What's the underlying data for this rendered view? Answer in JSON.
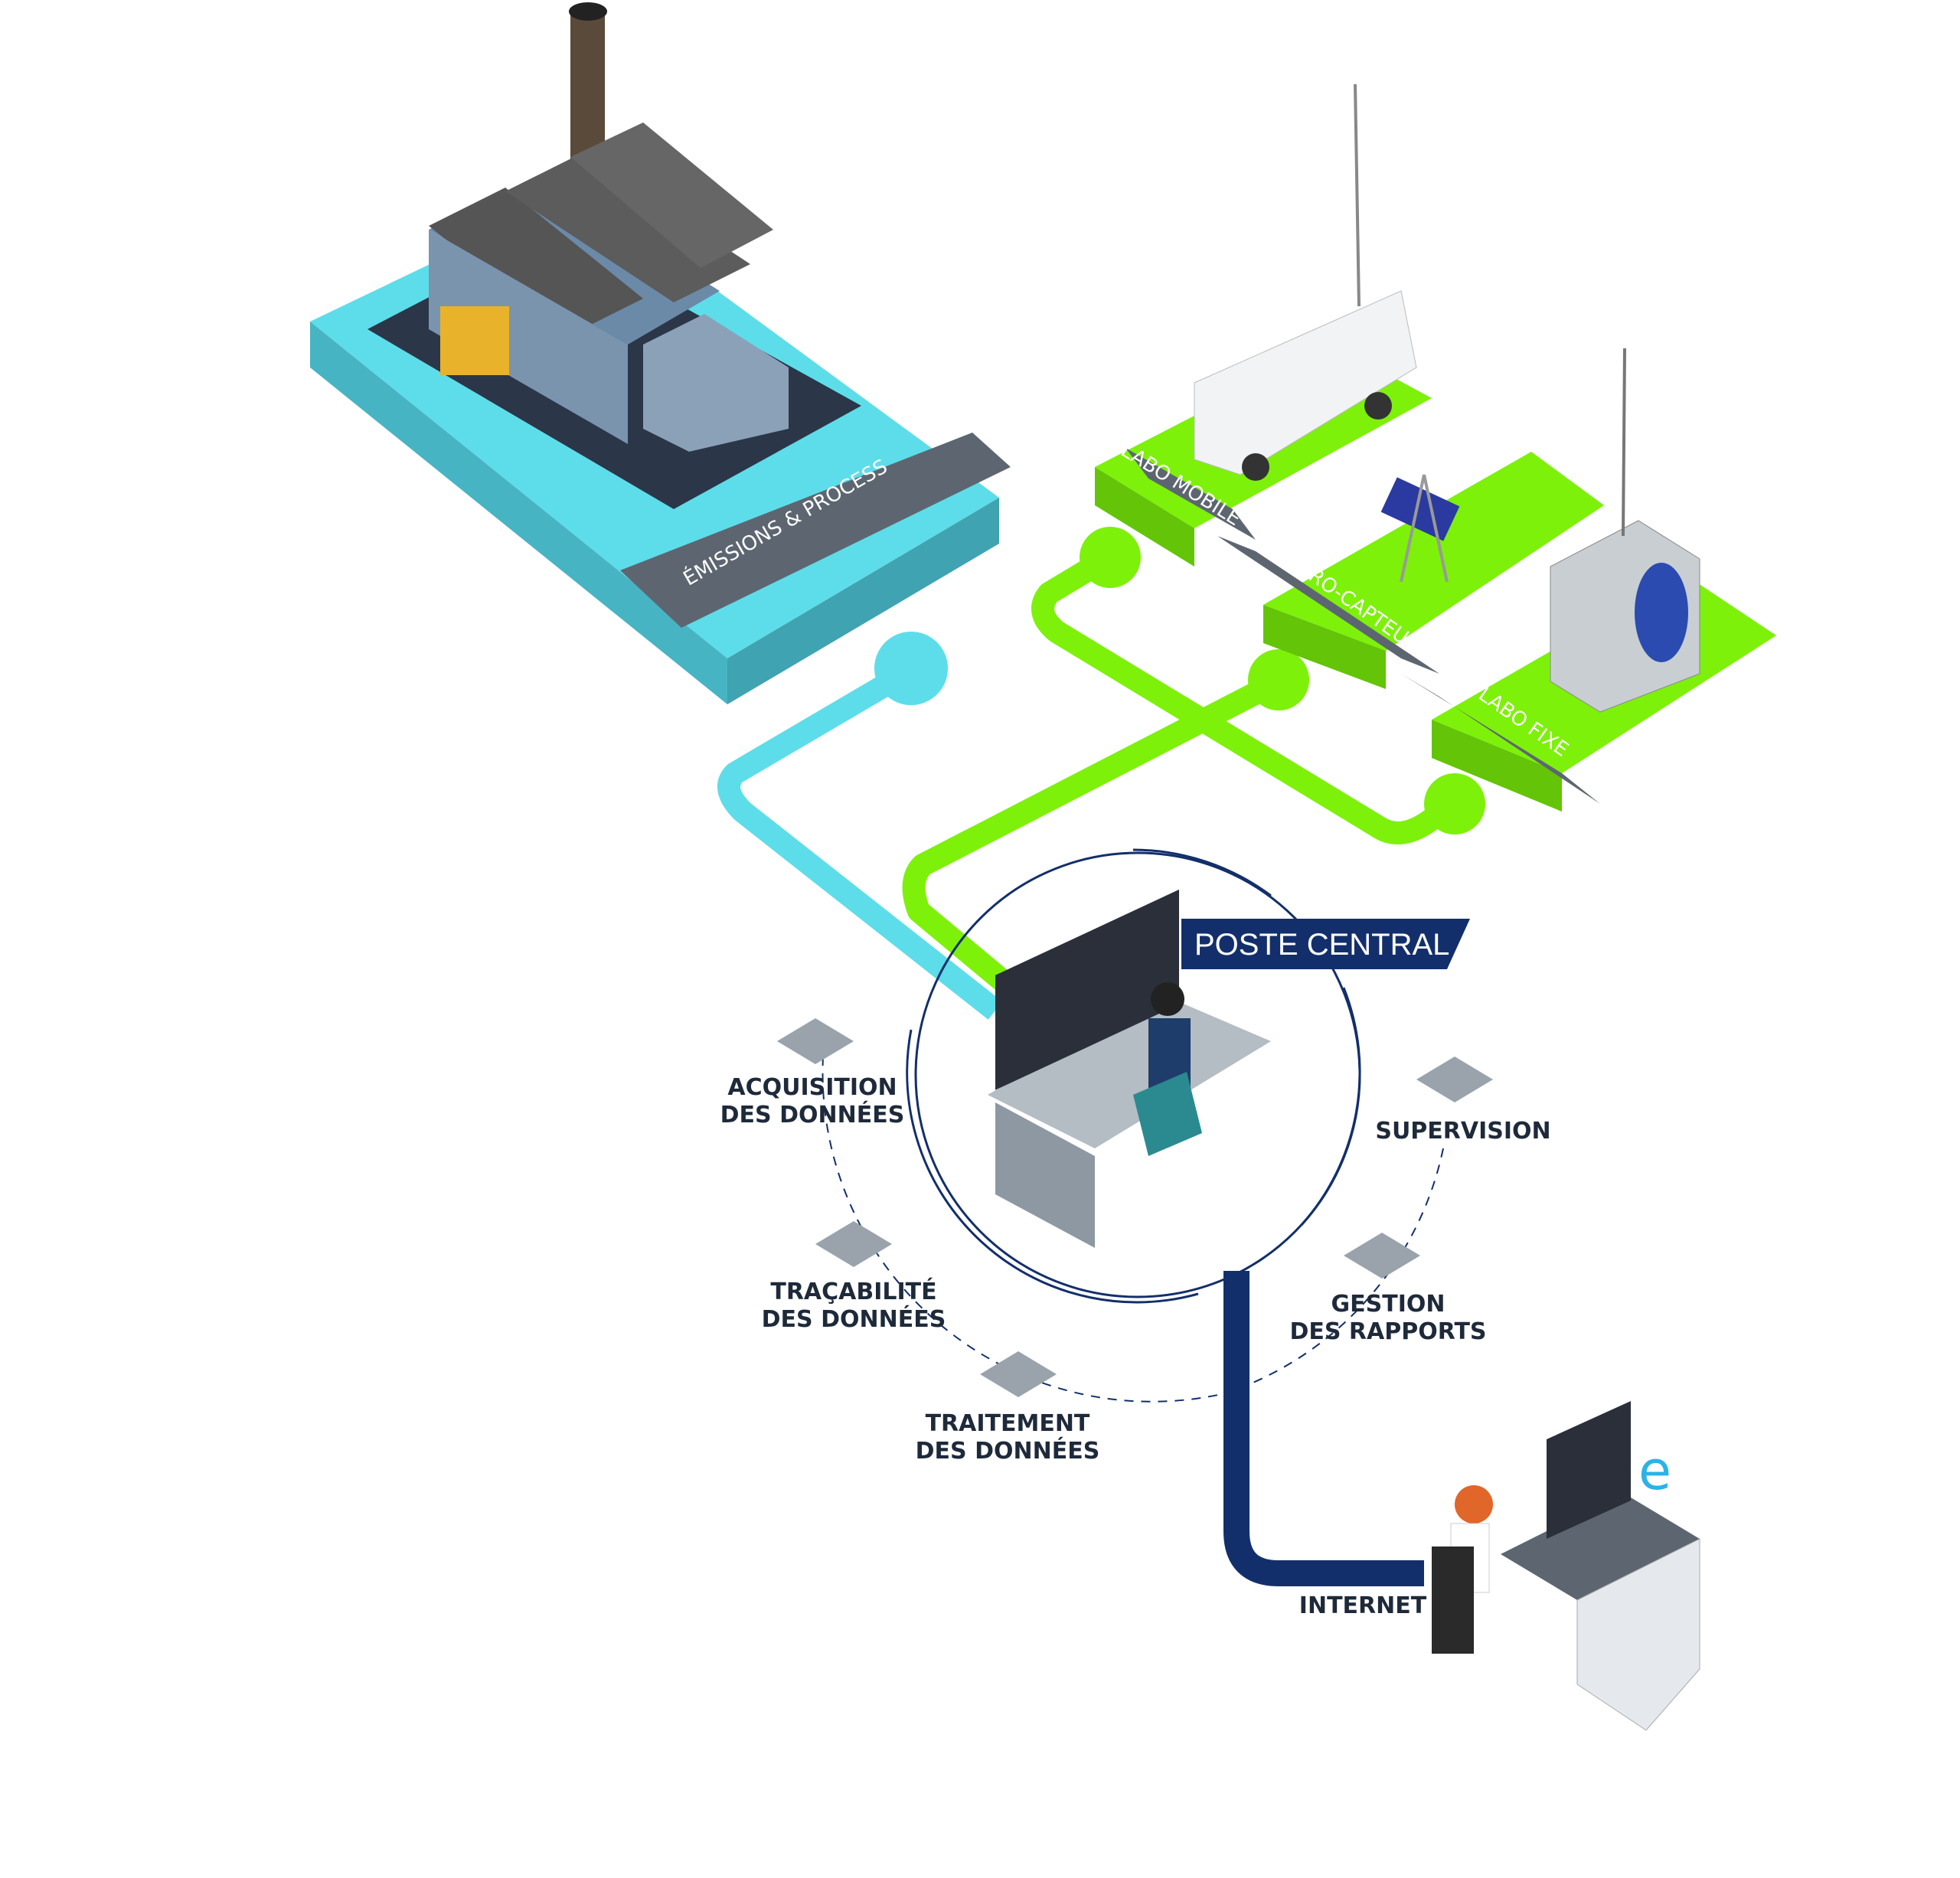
{
  "sources": {
    "emissions": "ÉMISSIONS & PROCESS",
    "labo_mobile": "LABO MOBILE",
    "micro_capteurs": "MICRO-CAPTEURS",
    "labo_fixe": "LABO FIXE"
  },
  "central": {
    "title": "POSTE CENTRAL"
  },
  "functions": [
    {
      "line1": "ACQUISITION",
      "line2": "DES DONNÉES"
    },
    {
      "line1": "TRAÇABILITÉ",
      "line2": "DES DONNÉES"
    },
    {
      "line1": "TRAITEMENT",
      "line2": "DES DONNÉES"
    },
    {
      "line1": "GESTION",
      "line2": "DES RAPPORTS"
    },
    {
      "line1": "SUPERVISION",
      "line2": ""
    }
  ],
  "output": {
    "internet": "INTERNET"
  },
  "colors": {
    "cyan": "#5ddde9",
    "green": "#7df10a",
    "navy": "#132f6b",
    "gray": "#5d6670"
  }
}
